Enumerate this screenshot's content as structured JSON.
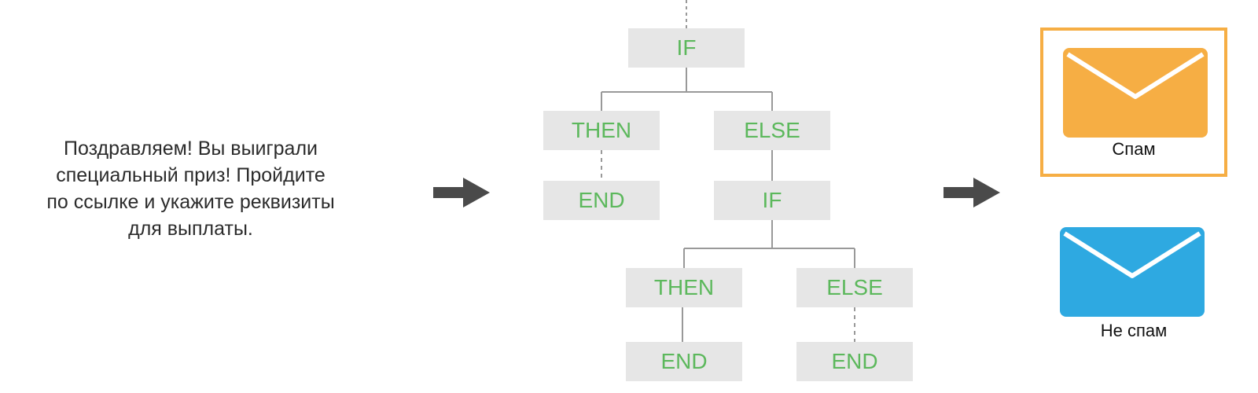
{
  "message": {
    "text": "Поздравляем! Вы выиграли\nспециальный приз! Пройдите\nпо ссылке и укажите реквизиты\nдля выплаты."
  },
  "tree": {
    "if_root": "IF",
    "then_1": "THEN",
    "else_1": "ELSE",
    "end_1": "END",
    "if_2": "IF",
    "then_2": "THEN",
    "else_2": "ELSE",
    "end_2": "END",
    "end_3": "END"
  },
  "results": {
    "spam_label": "Спам",
    "not_spam_label": "Не спам"
  },
  "colors": {
    "node_fill": "#e6e6e6",
    "node_text": "#5cb85c",
    "connector": "#999999",
    "arrow": "#4a4a4a",
    "spam": "#f6ae44",
    "not_spam": "#2ea9e1"
  },
  "icons": {
    "arrow": "right-arrow-icon",
    "envelope": "envelope-icon"
  }
}
